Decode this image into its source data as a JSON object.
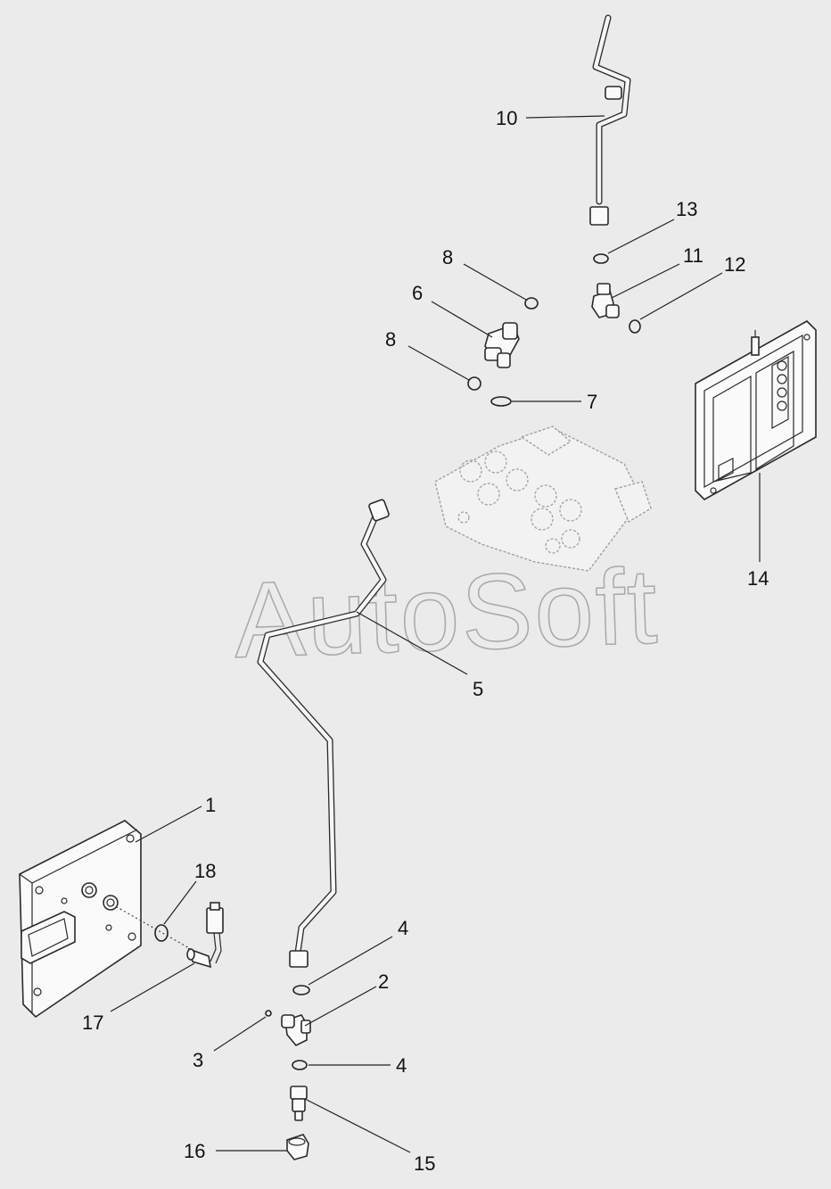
{
  "watermark": "AutoSoft",
  "callouts": {
    "c1": "1",
    "c2": "2",
    "c3": "3",
    "c4a": "4",
    "c4b": "4",
    "c5": "5",
    "c6": "6",
    "c7": "7",
    "c8a": "8",
    "c8b": "8",
    "c10": "10",
    "c11": "11",
    "c12": "12",
    "c13": "13",
    "c14": "14",
    "c15": "15",
    "c16": "16",
    "c17": "17",
    "c18": "18"
  },
  "colors": {
    "background": "#ebebeb",
    "line": "#2a2a2a",
    "ghost_part": "#9a9a9a",
    "watermark": "#a8a8a8"
  }
}
